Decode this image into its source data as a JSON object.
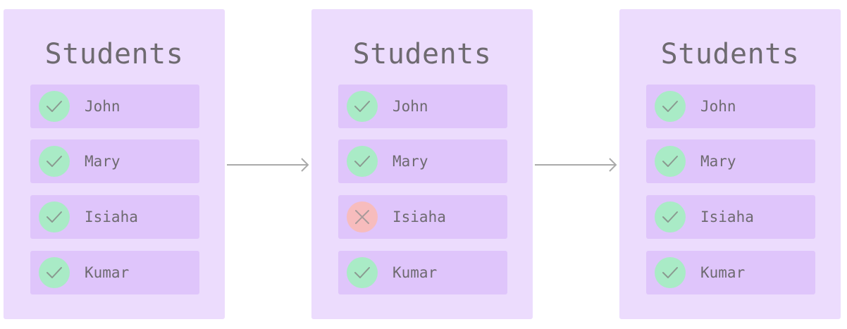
{
  "colors": {
    "panel_bg": "#ecdcfd",
    "row_bg": "#dfc5fb",
    "check_bg": "#a9ebc6",
    "cross_bg": "#f7bcbd",
    "text": "#6e6a70",
    "arrow": "#aaaaaa"
  },
  "panels": [
    {
      "title": "Students",
      "students": [
        {
          "name": "John",
          "status": "check"
        },
        {
          "name": "Mary",
          "status": "check"
        },
        {
          "name": "Isiaha",
          "status": "check"
        },
        {
          "name": "Kumar",
          "status": "check"
        }
      ]
    },
    {
      "title": "Students",
      "students": [
        {
          "name": "John",
          "status": "check"
        },
        {
          "name": "Mary",
          "status": "check"
        },
        {
          "name": "Isiaha",
          "status": "cross"
        },
        {
          "name": "Kumar",
          "status": "check"
        }
      ]
    },
    {
      "title": "Students",
      "students": [
        {
          "name": "John",
          "status": "check"
        },
        {
          "name": "Mary",
          "status": "check"
        },
        {
          "name": "Isiaha",
          "status": "check"
        },
        {
          "name": "Kumar",
          "status": "check"
        }
      ]
    }
  ]
}
